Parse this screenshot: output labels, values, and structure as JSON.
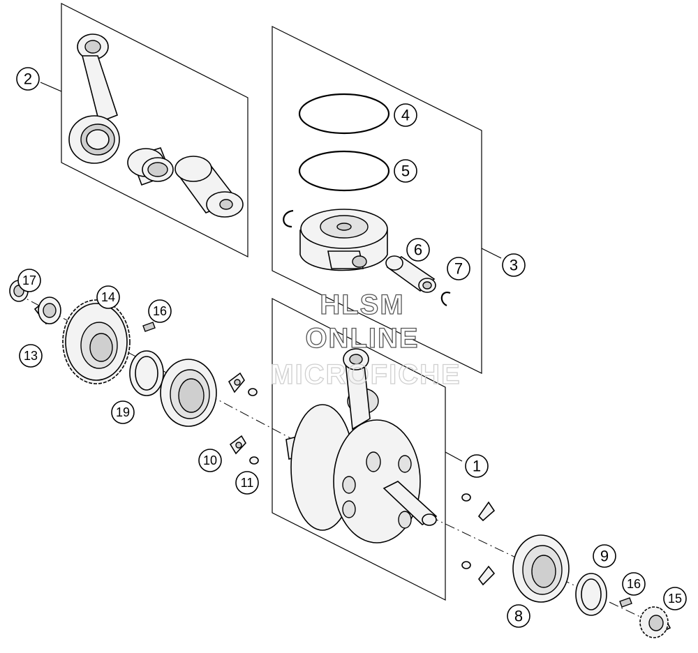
{
  "callouts": [
    {
      "label": "1"
    },
    {
      "label": "2"
    },
    {
      "label": "3"
    },
    {
      "label": "4"
    },
    {
      "label": "5"
    },
    {
      "label": "6"
    },
    {
      "label": "7"
    },
    {
      "label": "8"
    },
    {
      "label": "9"
    },
    {
      "label": "10"
    },
    {
      "label": "11"
    },
    {
      "label": "13"
    },
    {
      "label": "14"
    },
    {
      "label": "15"
    },
    {
      "label": "16"
    },
    {
      "label": "16"
    },
    {
      "label": "17"
    },
    {
      "label": "19"
    }
  ],
  "watermark": {
    "line1": "HLSM",
    "line2": "ONLINE",
    "line3": "MICROFICHE"
  },
  "colors": {
    "line": "#000000",
    "background": "#ffffff",
    "part_fill": "#f3f3f3",
    "part_shade": "#cfcfcf"
  }
}
